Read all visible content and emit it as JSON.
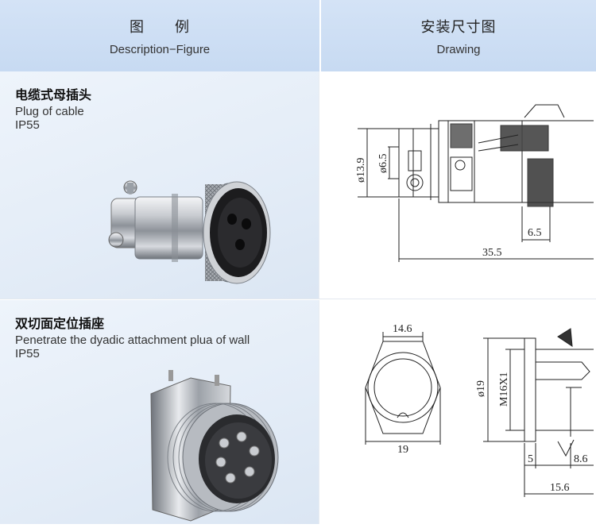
{
  "header": {
    "left_zh": "图　　例",
    "left_en": "Description−Figure",
    "right_zh": "安装尺寸图",
    "right_en": "Drawing"
  },
  "products": [
    {
      "title": "电缆式母插头",
      "desc": "Plug of cable",
      "rating": "IP55",
      "dims": {
        "d_outer": "ø13.9",
        "d_inner": "ø6.5",
        "len_small": "6.5",
        "len_total": "35.5"
      }
    },
    {
      "title": "双切面定位插座",
      "desc": "Penetrate the dyadic attachment plua of wall",
      "rating": "IP55",
      "dims": {
        "hex_top": "14.6",
        "hex_bottom": "19",
        "d_flange": "ø19",
        "thread": "M16X1",
        "len_a": "5",
        "len_b": "8.6",
        "len_total": "15.6"
      }
    }
  ],
  "colors": {
    "header_bg": "#c7daf2",
    "panel_bg": "#e3ecf7",
    "drawing_line": "#222222",
    "metal": "#b8bcc2"
  }
}
